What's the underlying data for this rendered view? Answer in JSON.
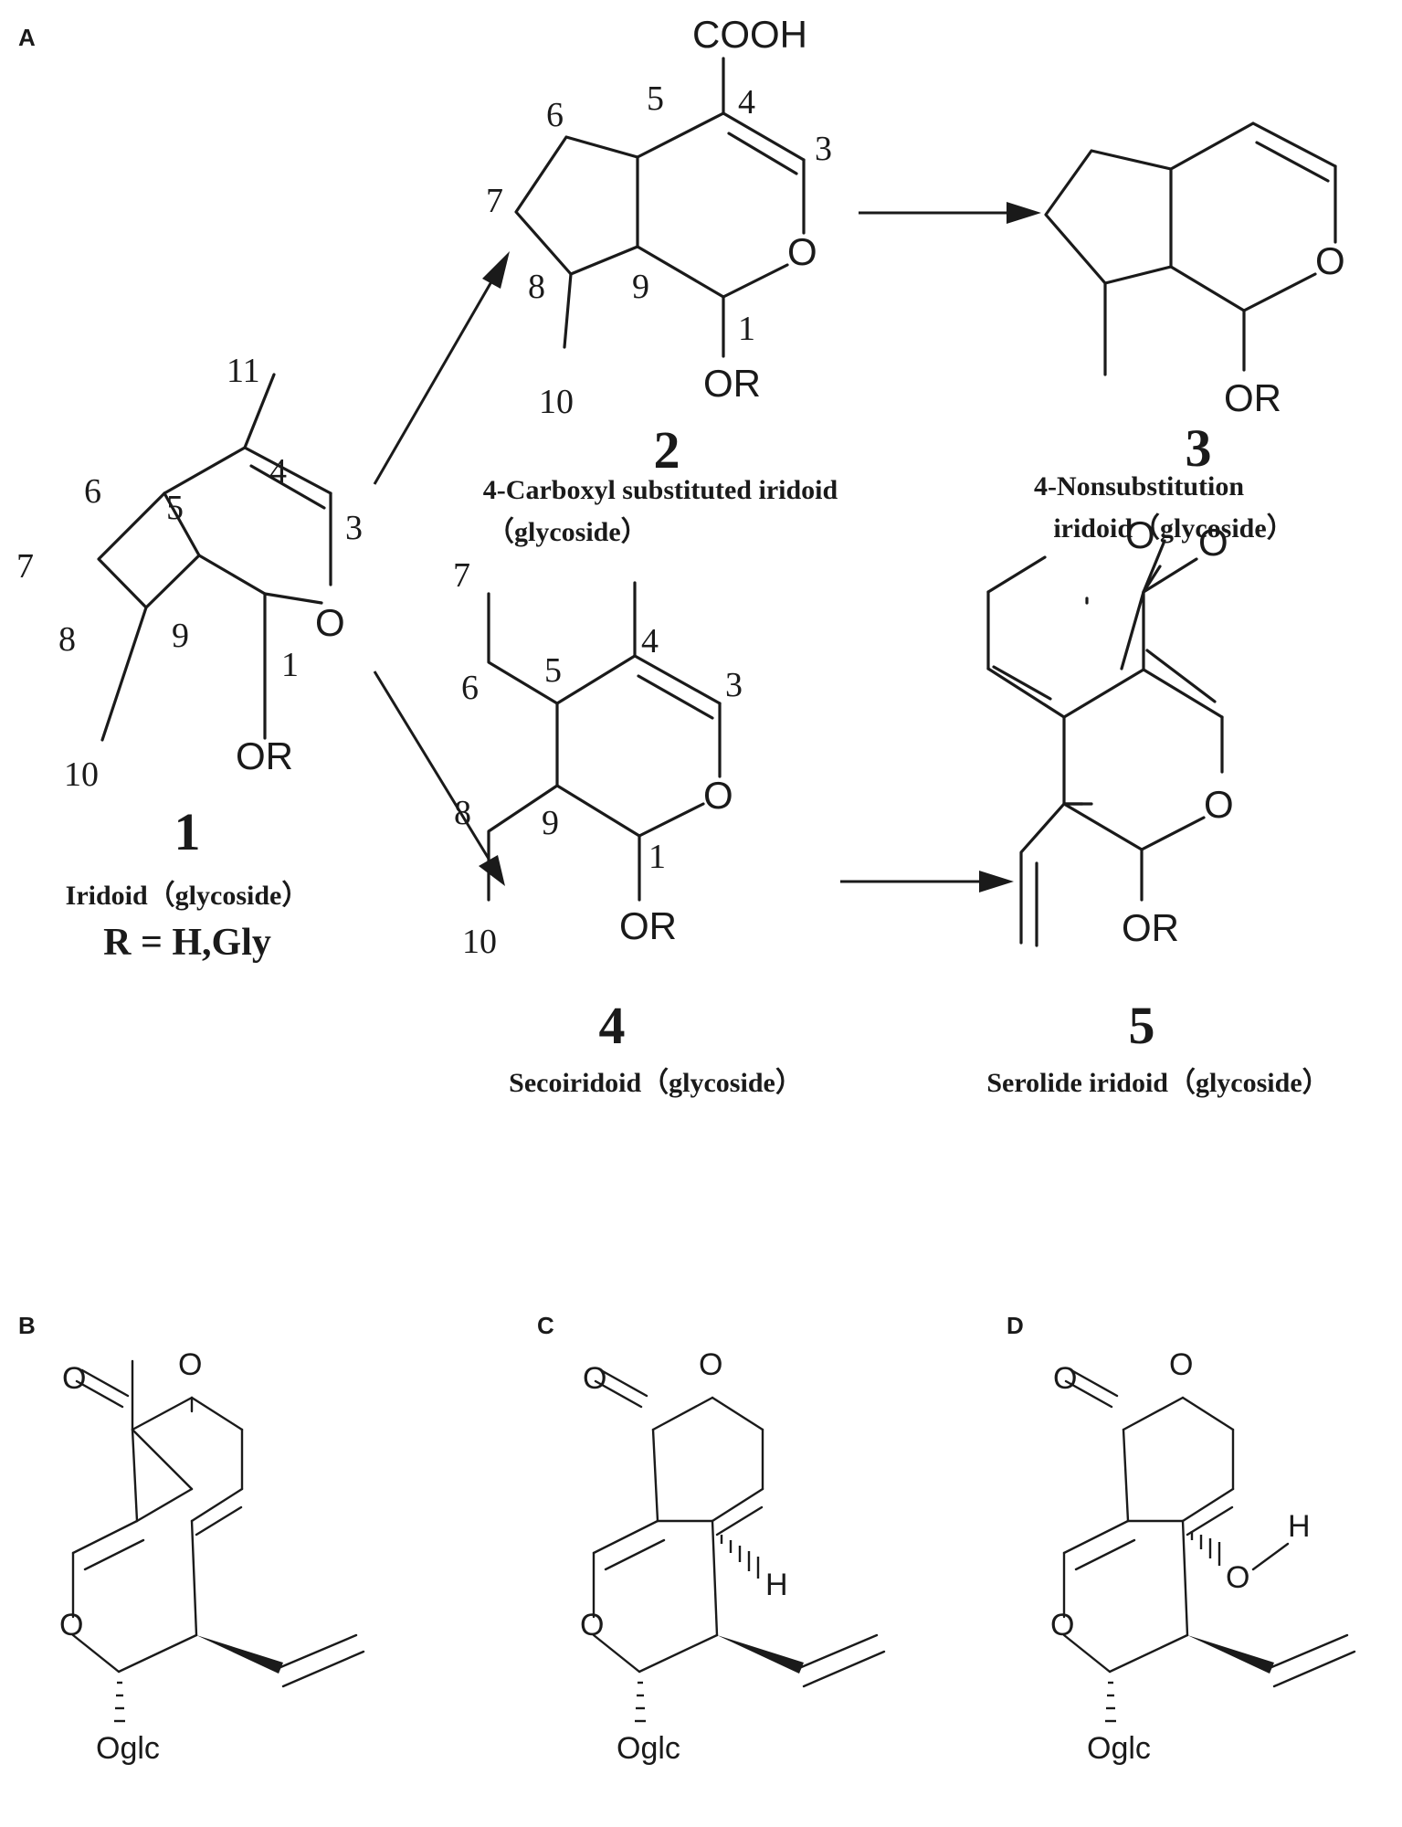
{
  "panels": {
    "a": "A",
    "b": "B",
    "c": "C",
    "d": "D"
  },
  "atoms": {
    "o": "O",
    "or": "OR",
    "cooh": "COOH",
    "oglc": "Oglc",
    "h": "H"
  },
  "numbering": {
    "c1": "1",
    "c3": "3",
    "c4": "4",
    "c5": "5",
    "c6": "6",
    "c7": "7",
    "c8": "8",
    "c9": "9",
    "c10": "10",
    "c11": "11"
  },
  "compounds": [
    {
      "number": "1",
      "caption": "Iridoid（glycoside）",
      "formula": "R = H,Gly"
    },
    {
      "number": "2",
      "caption_line1": "4-Carboxyl substituted  iridoid",
      "caption_line2": "（glycoside）"
    },
    {
      "number": "3",
      "caption_line1": "4-Nonsubstitution",
      "caption_line2": "iridoid（glycoside）"
    },
    {
      "number": "4",
      "caption": "Secoiridoid（glycoside）"
    },
    {
      "number": "5",
      "caption": "Serolide iridoid（glycoside）"
    }
  ]
}
